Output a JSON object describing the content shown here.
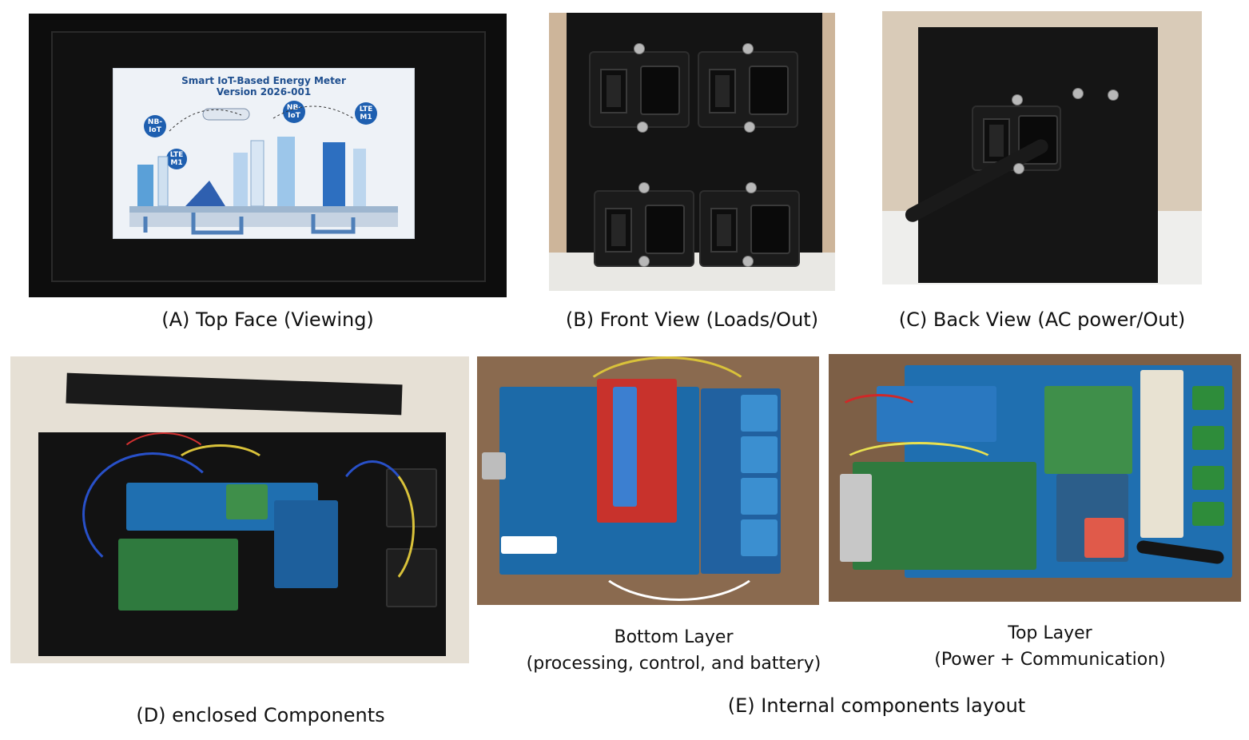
{
  "panels": {
    "a": {
      "caption": "(A) Top Face (Viewing)",
      "screen_title": "Smart IoT-Based Energy Meter",
      "screen_version": "Version 2026-001",
      "bubbles": [
        "NB-IoT",
        "LTE M1",
        "NB-IoT",
        "LTE M1"
      ]
    },
    "b": {
      "caption": "(B) Front View (Loads/Out)"
    },
    "c": {
      "caption": "(C) Back View (AC power/Out)"
    },
    "d": {
      "caption": "(D) enclosed Components"
    },
    "e_bottom": {
      "caption_line1": "Bottom Layer",
      "caption_line2": "(processing, control, and battery)"
    },
    "e_top": {
      "caption_line1": "Top Layer",
      "caption_line2": "(Power + Communication)"
    },
    "e": {
      "caption": "(E) Internal components layout"
    }
  },
  "colors": {
    "enclosure": "#141414",
    "pcb_blue": "#1f6fb0",
    "relay_red": "#c8322c",
    "ct_blue": "#3b8fd0",
    "power_green": "#3f8f4a",
    "rpi_green": "#2f7a3e"
  }
}
